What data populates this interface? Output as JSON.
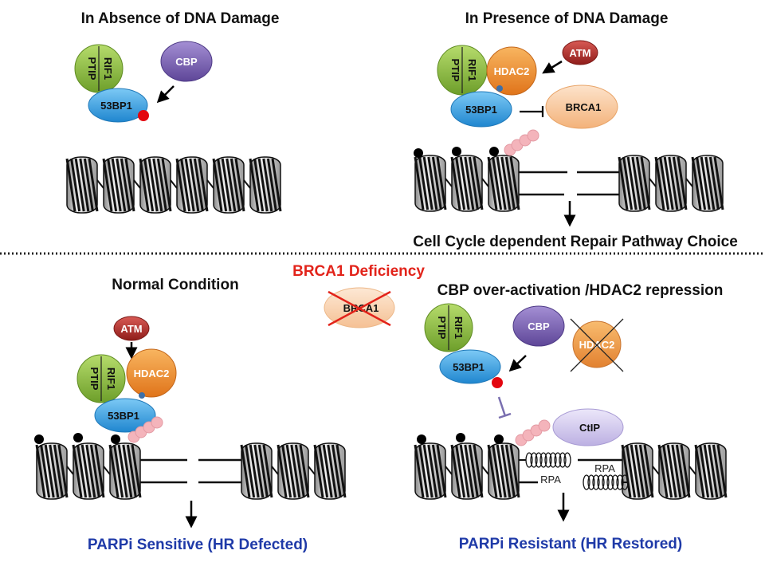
{
  "panels": {
    "top_left": {
      "title": "In Absence of DNA Damage",
      "rif1": "RIF1",
      "ptip": "PTIP",
      "cbp": "CBP",
      "bp53": "53BP1"
    },
    "top_right": {
      "title": "In Presence of DNA Damage",
      "rif1": "RIF1",
      "ptip": "PTIP",
      "hdac2": "HDAC2",
      "atm": "ATM",
      "bp53": "53BP1",
      "brca1": "BRCA1",
      "outcome": "Cell Cycle dependent Repair Pathway Choice"
    },
    "center": {
      "brca1_deficiency": "BRCA1 Deficiency",
      "brca1": "BRCA1"
    },
    "bottom_left": {
      "title": "Normal Condition",
      "atm": "ATM",
      "rif1": "RIF1",
      "ptip": "PTIP",
      "hdac2": "HDAC2",
      "bp53": "53BP1",
      "outcome": "PARPi Sensitive (HR Defected)"
    },
    "bottom_right": {
      "title": "CBP over-activation /HDAC2 repression",
      "rif1": "RIF1",
      "ptip": "PTIP",
      "cbp": "CBP",
      "hdac2": "HDAC2",
      "bp53": "53BP1",
      "ctip": "CtIP",
      "rpa_left": "RPA",
      "rpa_right": "RPA",
      "outcome": "PARPi Resistant (HR Restored)"
    }
  },
  "colors": {
    "green": "#86b83c",
    "purple": "#7e62b4",
    "blue": "#33a3e3",
    "orange": "#f08a24",
    "atm": "#b02a26",
    "brca1": "#f9cda4",
    "ctip": "#d7cef0",
    "mark_red": "#e3060f",
    "pink": "#f4b4bb",
    "outcome_blue": "#1f3aa8",
    "deficiency_red": "#e2231a"
  }
}
